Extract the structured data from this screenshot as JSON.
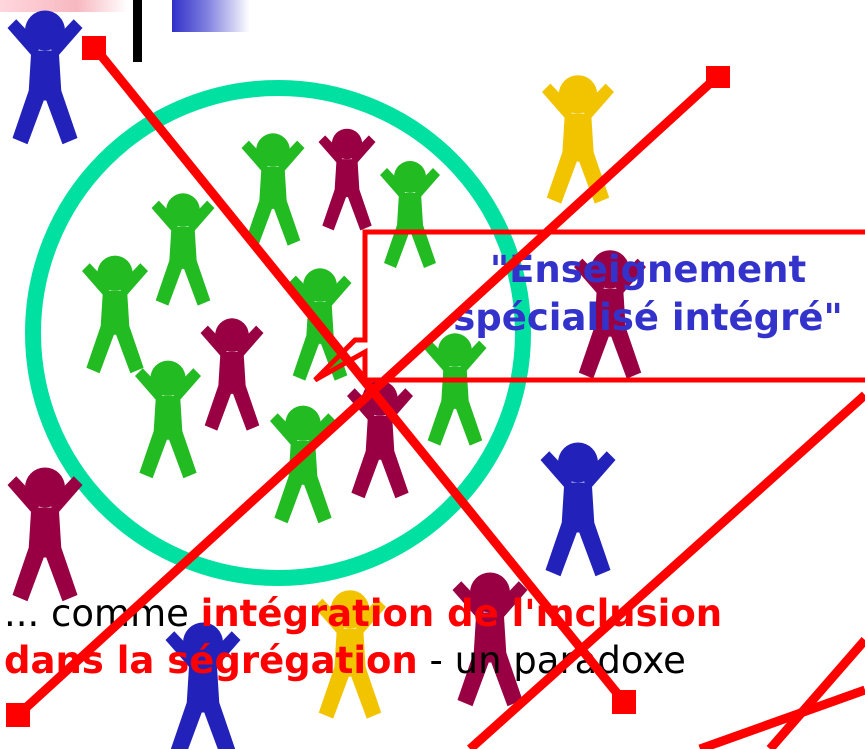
{
  "callout": {
    "line1": "\"Enseignement",
    "line2": "spécialisé intégré\""
  },
  "caption": {
    "prefix": "... comme ",
    "highlight_line1": "intégration de l'inclusion",
    "highlight_line2": "dans la ségrégation",
    "suffix": " - un paradoxe"
  },
  "colors": {
    "circle": "#00e0a0",
    "cross_lines": "#ff0000",
    "callout_text": "#3333cc",
    "figure_green": "#22bb22",
    "figure_maroon": "#990044",
    "figure_blue": "#2222bb",
    "figure_yellow": "#f2c400"
  }
}
